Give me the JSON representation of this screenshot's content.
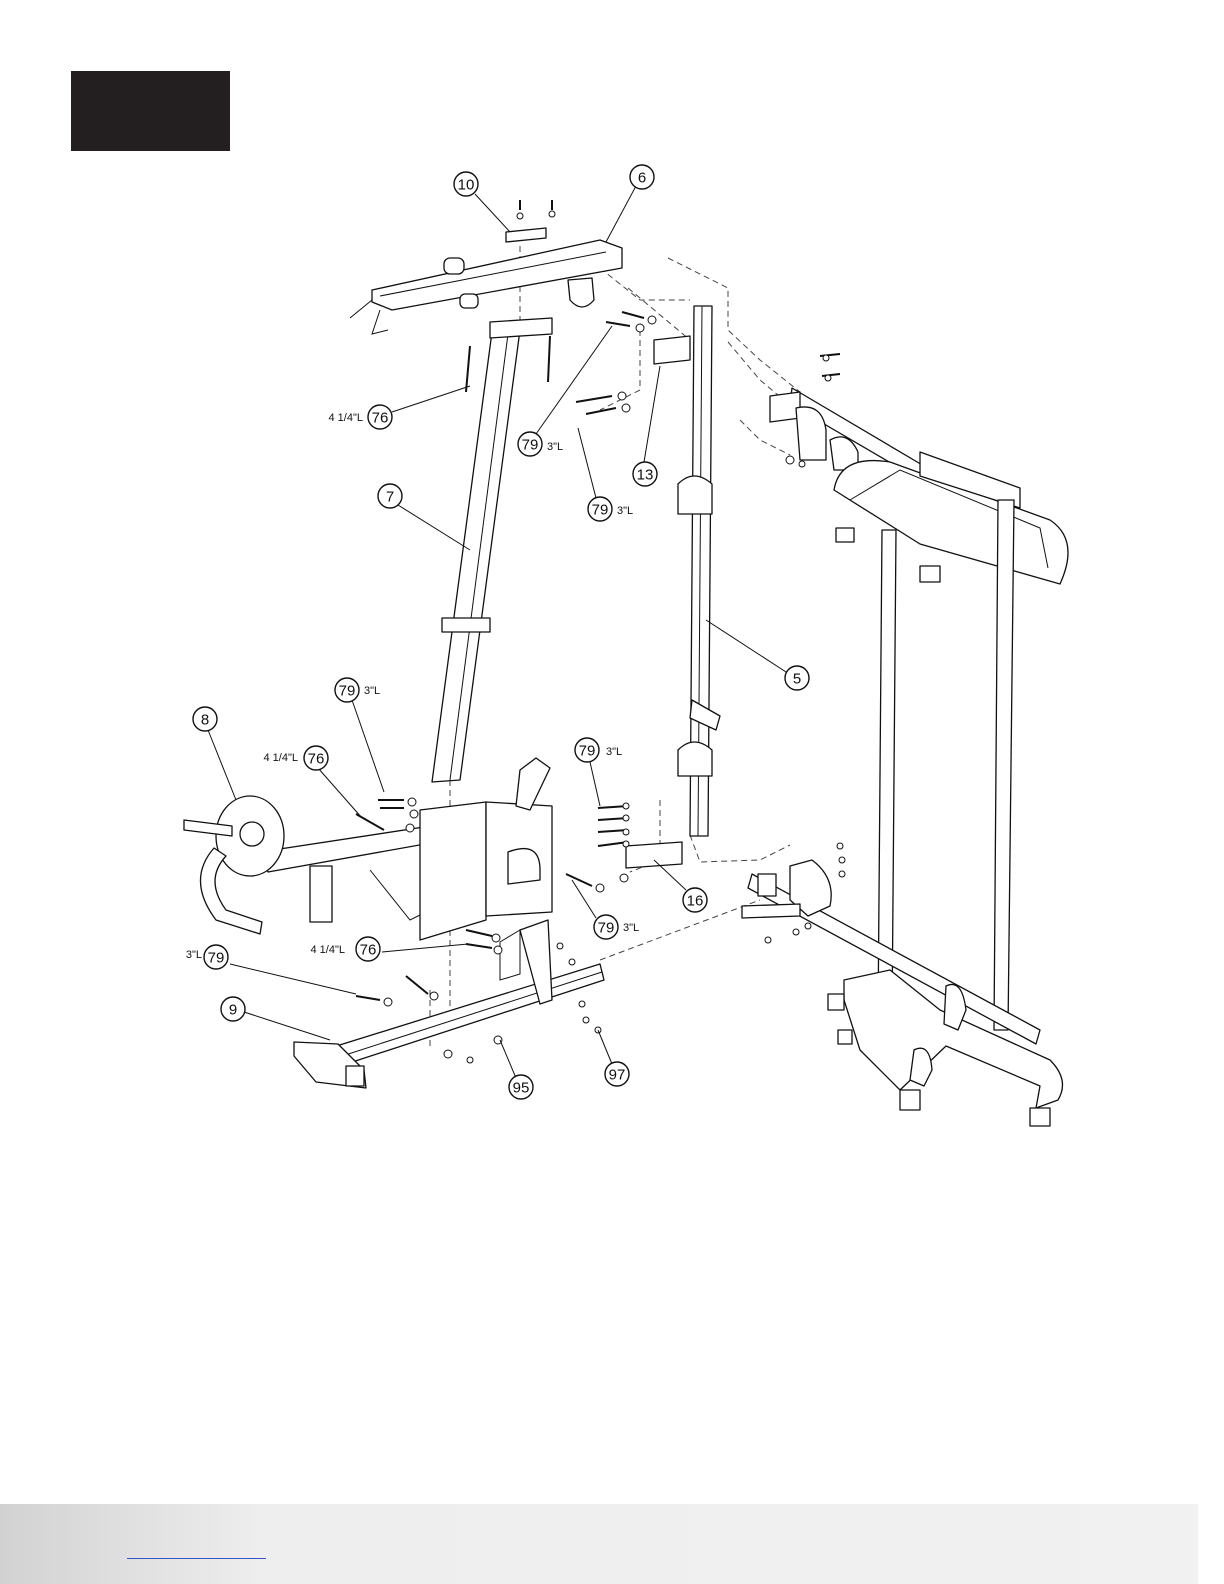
{
  "page": {
    "step_box_color": "#231f20",
    "footer_link_color": "#3355cc"
  },
  "callouts": {
    "c10": {
      "number": "10"
    },
    "c6": {
      "number": "6"
    },
    "c76a": {
      "number": "76",
      "size": "4 1/4\"L"
    },
    "c79a": {
      "number": "79",
      "size": "3\"L"
    },
    "c13": {
      "number": "13"
    },
    "c79b": {
      "number": "79",
      "size": "3\"L"
    },
    "c7": {
      "number": "7"
    },
    "c5": {
      "number": "5"
    },
    "c79c": {
      "number": "79",
      "size": "3\"L"
    },
    "c8": {
      "number": "8"
    },
    "c76b": {
      "number": "76",
      "size": "4 1/4\"L"
    },
    "c79d": {
      "number": "79",
      "size": "3\"L"
    },
    "c16": {
      "number": "16"
    },
    "c79e": {
      "number": "79",
      "size": "3\"L"
    },
    "c76c": {
      "number": "76",
      "size": "4 1/4\"L"
    },
    "c79f": {
      "number": "79",
      "size": "3\"L"
    },
    "c9": {
      "number": "9"
    },
    "c95": {
      "number": "95"
    },
    "c97": {
      "number": "97"
    }
  }
}
